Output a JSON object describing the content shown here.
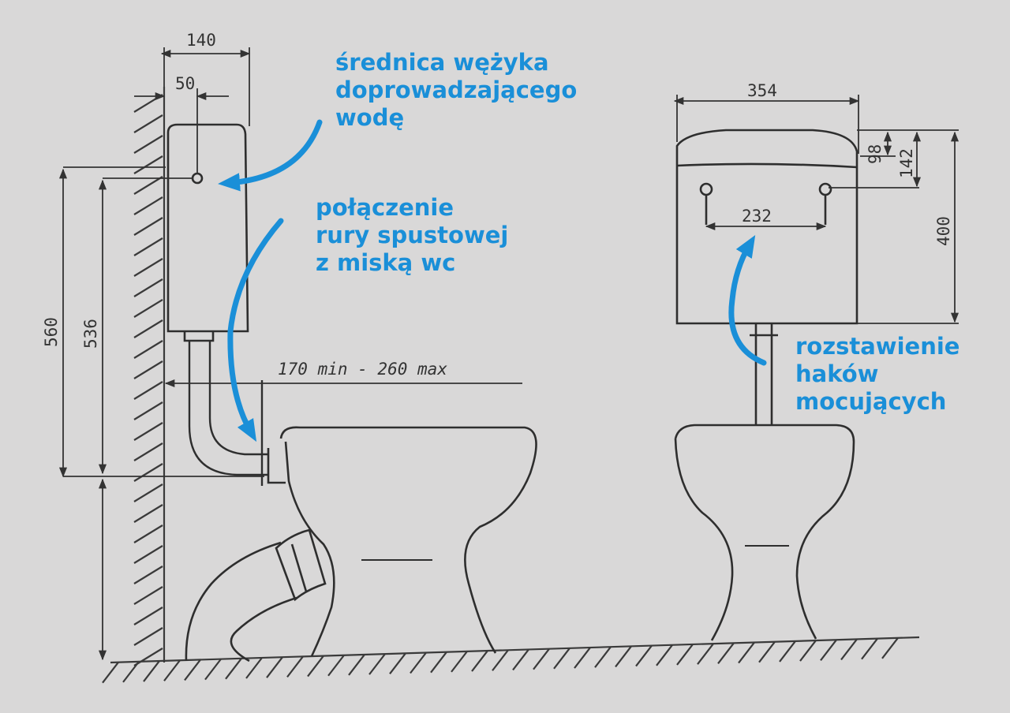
{
  "colors": {
    "background": "#d9d8d8",
    "line": "#2e2e2e",
    "accent": "#1a8fd8",
    "hatch": "#3a3a3a"
  },
  "dimensions": {
    "tank_depth": "140",
    "inlet_offset": "50",
    "height_inlet": "560",
    "height_outlet": "536",
    "bowl_distance": "170 min - 260 max",
    "tank_width": "354",
    "inlet_from_top": "98",
    "hooks_from_top": "142",
    "tank_height": "400",
    "hook_spacing": "232"
  },
  "annotations": {
    "inlet_hose": [
      "średnica wężyka",
      "doprowadzającego",
      "wodę"
    ],
    "flush_pipe": [
      "połączenie",
      "rury spustowej",
      "z miską wc"
    ],
    "hooks": [
      "rozstawienie",
      "haków",
      "mocujących"
    ]
  },
  "icons": {
    "arrow": "curved-arrow-icon",
    "hatch": "wall-hatch-icon"
  }
}
